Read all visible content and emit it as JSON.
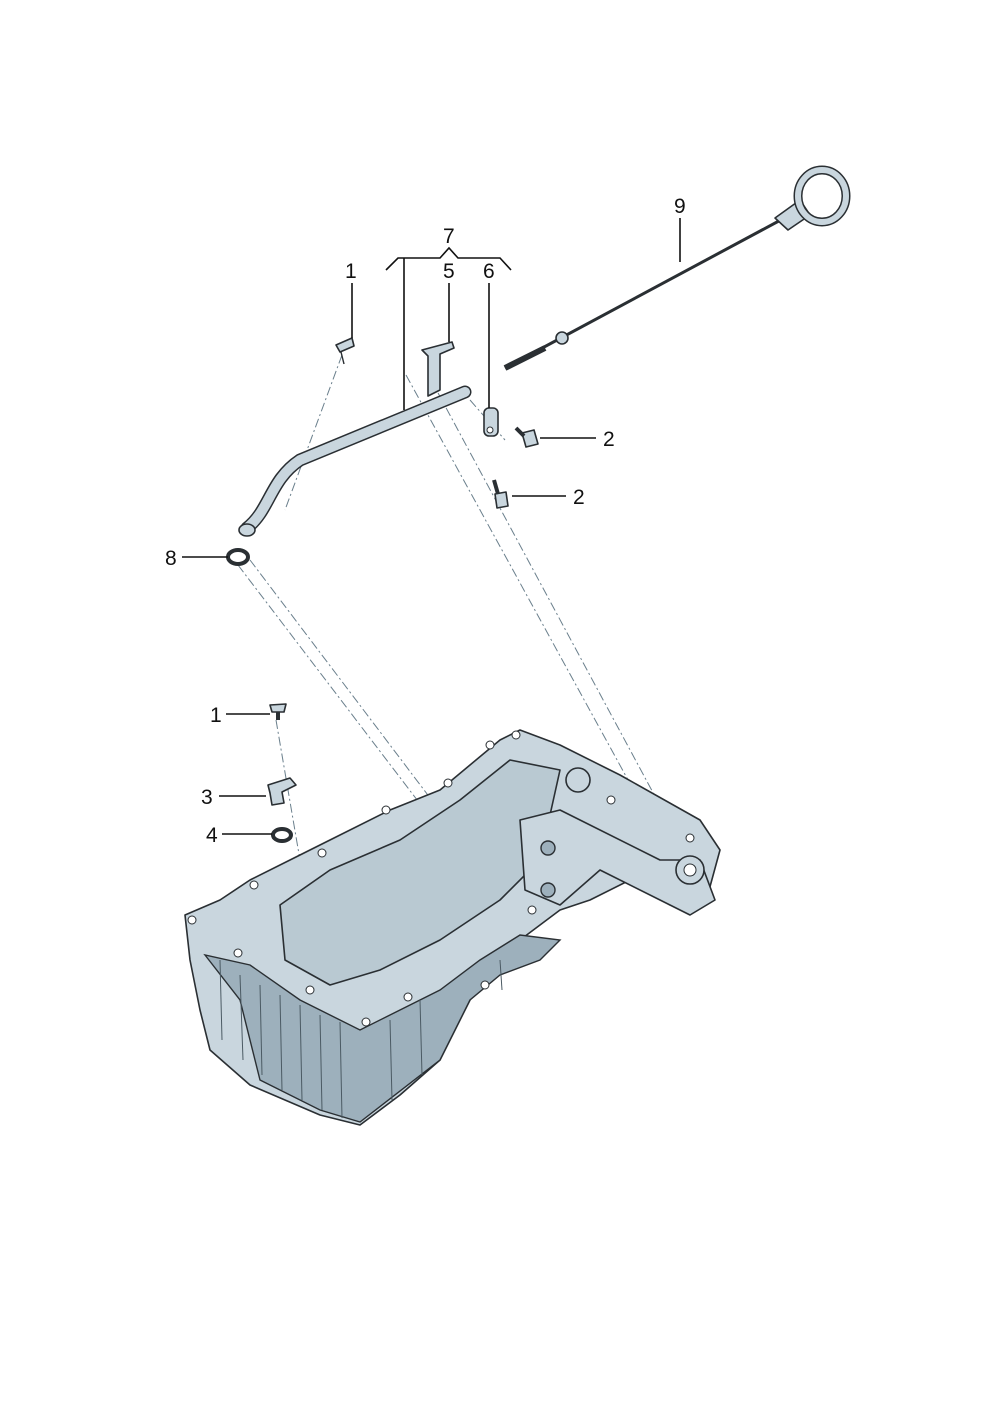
{
  "diagram": {
    "callouts": [
      {
        "id": "callout-1-top",
        "label": "1"
      },
      {
        "id": "callout-2-upper",
        "label": "2"
      },
      {
        "id": "callout-2-lower",
        "label": "2"
      },
      {
        "id": "callout-3",
        "label": "3"
      },
      {
        "id": "callout-4",
        "label": "4"
      },
      {
        "id": "callout-5",
        "label": "5"
      },
      {
        "id": "callout-6",
        "label": "6"
      },
      {
        "id": "callout-7",
        "label": "7"
      },
      {
        "id": "callout-8",
        "label": "8"
      },
      {
        "id": "callout-9",
        "label": "9"
      },
      {
        "id": "callout-1-bottom",
        "label": "1"
      }
    ],
    "colors": {
      "part_fill": "#c9d6de",
      "part_shade": "#9db0bc",
      "outline": "#2a2f33",
      "leader": "#111111"
    }
  }
}
